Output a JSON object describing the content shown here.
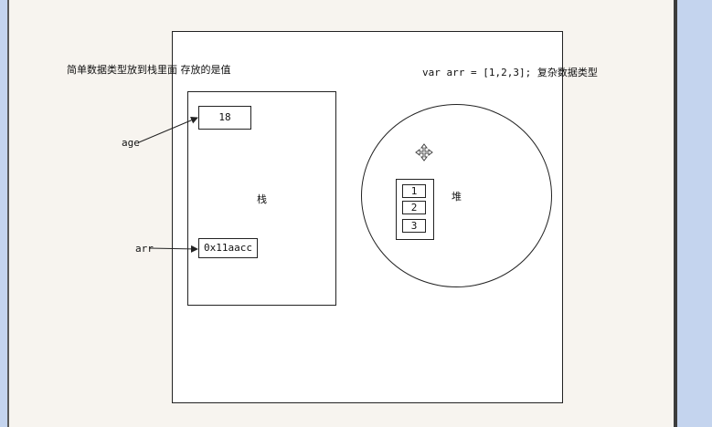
{
  "slide": {
    "note_left": "简单数据类型放到栈里面 存放的是值",
    "note_right": "var arr = [1,2,3]; 复杂数据类型"
  },
  "stack": {
    "label": "栈",
    "age_label": "age",
    "age_value": "18",
    "arr_label": "arr",
    "arr_address": "0x11aacc"
  },
  "heap": {
    "label": "堆",
    "array_items": [
      "1",
      "2",
      "3"
    ]
  },
  "colors": {
    "frame": "#c4d4ee",
    "canvas": "#f7f4ef",
    "slide": "#ffffff",
    "stroke": "#222222"
  },
  "icons": {
    "move_cursor": "move-cursor-icon"
  }
}
